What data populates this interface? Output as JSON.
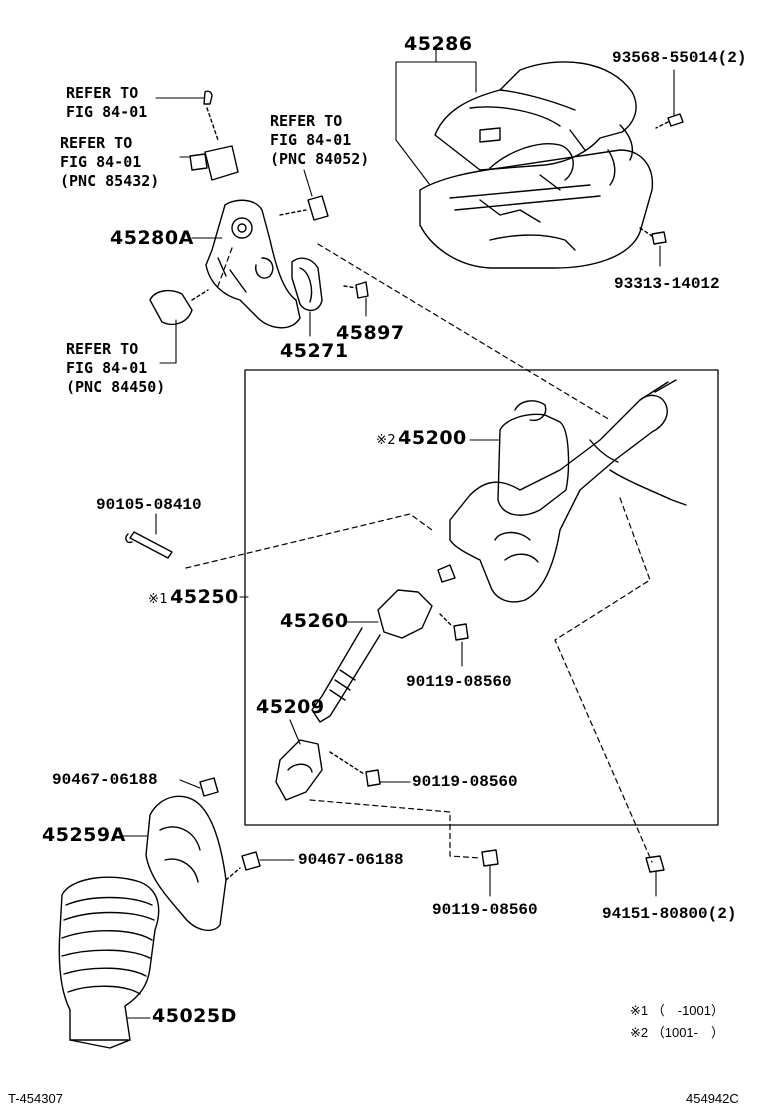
{
  "refs": {
    "r1": "REFER TO\nFIG 84-01",
    "r2": "REFER TO\nFIG 84-01\n(PNC 85432)",
    "r3": "REFER TO\nFIG 84-01\n(PNC 84052)",
    "r4": "REFER TO\nFIG 84-01\n(PNC 84450)"
  },
  "parts": {
    "p45286": "45286",
    "p93568": "93568-55014(2)",
    "p93313": "93313-14012",
    "p45280A": "45280A",
    "p45897": "45897",
    "p45271": "45271",
    "mark2": "※2",
    "p45200": "45200",
    "p90105": "90105-08410",
    "mark1": "※1",
    "p45250": "45250",
    "p45260": "45260",
    "p90119a": "90119-08560",
    "p45209": "45209",
    "p90119b": "90119-08560",
    "p90467a": "90467-06188",
    "p45259A": "45259A",
    "p90467b": "90467-06188",
    "p90119c": "90119-08560",
    "p94151": "94151-80800(2)",
    "p45025D": "45025D"
  },
  "notes": {
    "n1": "※1 （　-1001）",
    "n2": "※2 （1001-　）"
  },
  "footer": {
    "left": "T-454307",
    "right": "454942C"
  },
  "colors": {
    "ink": "#000000",
    "background": "#ffffff"
  }
}
